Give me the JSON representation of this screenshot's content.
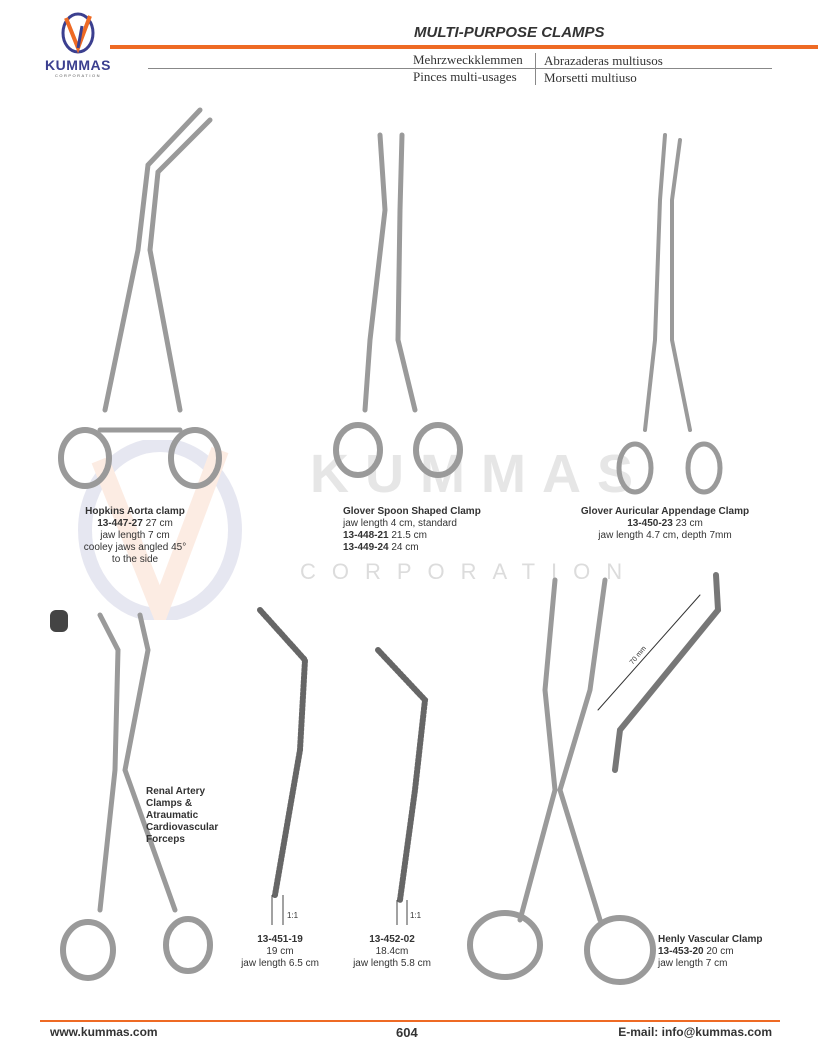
{
  "header": {
    "logo": {
      "name": "KUMMAS",
      "sub": "CORPORATION"
    },
    "title": "MULTI-PURPOSE CLAMPS",
    "translations": {
      "de": "Mehrzweckklemmen",
      "es": "Abrazaderas multiusos",
      "fr": "Pinces multi-usages",
      "it": "Morsetti multiuso"
    },
    "accent_color": "#ee6a24"
  },
  "watermark": {
    "name": "KUMMAS",
    "sub": "CORPORATION"
  },
  "products": {
    "hopkins": {
      "name": "Hopkins Aorta clamp",
      "code": "13-447-27",
      "size": "27 cm",
      "line1": "jaw length 7 cm",
      "line2": "cooley jaws angled 45°",
      "line3": "to the side"
    },
    "glover_spoon": {
      "name": "Glover Spoon Shaped Clamp",
      "line1": "jaw length 4 cm, standard",
      "code1": "13-448-21",
      "size1": "21.5 cm",
      "code2": "13-449-24",
      "size2": "24 cm"
    },
    "glover_auricular": {
      "name": "Glover Auricular Appendage Clamp",
      "code": "13-450-23",
      "size": "23 cm",
      "line1": "jaw length 4.7 cm, depth 7mm"
    },
    "renal": {
      "name_lines": [
        "Renal Artery",
        "Clamps &",
        "Atraumatic",
        "Cardiovascular",
        "Forceps"
      ]
    },
    "jaw1": {
      "code": "13-451-19",
      "size": "19 cm",
      "line1": "jaw length 6.5 cm",
      "scale": "1:1"
    },
    "jaw2": {
      "code": "13-452-02",
      "size": "18.4cm",
      "line1": "jaw length 5.8 cm",
      "scale": "1:1"
    },
    "henly": {
      "name": "Henly Vascular Clamp",
      "code": "13-453-20",
      "size": "20 cm",
      "line1": "jaw length 7 cm",
      "dimension": "70 mm"
    }
  },
  "footer": {
    "website": "www.kummas.com",
    "page": "604",
    "email": "E-mail: info@kummas.com"
  }
}
